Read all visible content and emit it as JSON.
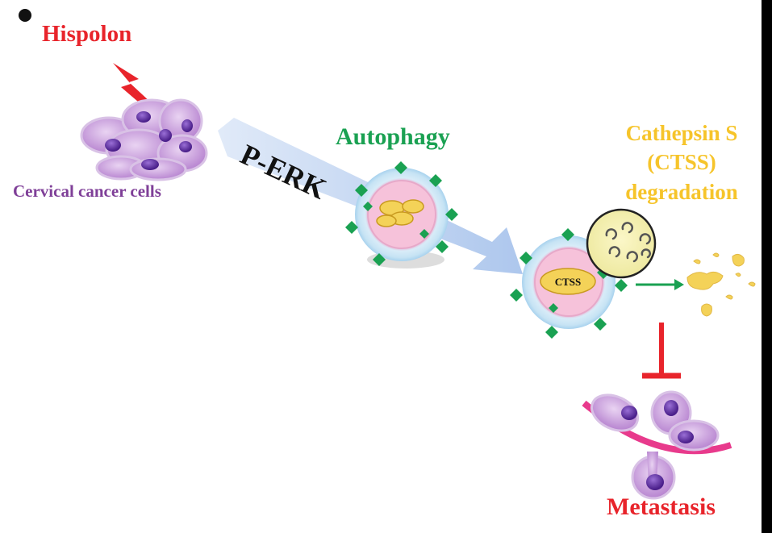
{
  "labels": {
    "hispolon": "Hispolon",
    "cervical_cells": "Cervical cancer cells",
    "perk": "P-ERK",
    "autophagy": "Autophagy",
    "ctss_degradation_line1": "Cathepsin S",
    "ctss_degradation_line2": "(CTSS)",
    "ctss_degradation_line3": "degradation",
    "ctss_box": "CTSS",
    "metastasis": "Metastasis"
  },
  "colors": {
    "hispolon_red": "#e8242b",
    "cell_purple": "#7f3f98",
    "autophagy_green": "#1aa152",
    "ctss_yellow": "#f6c42a",
    "inhibit_red": "#e8242b",
    "arrow_blue": "#b8cdee"
  }
}
